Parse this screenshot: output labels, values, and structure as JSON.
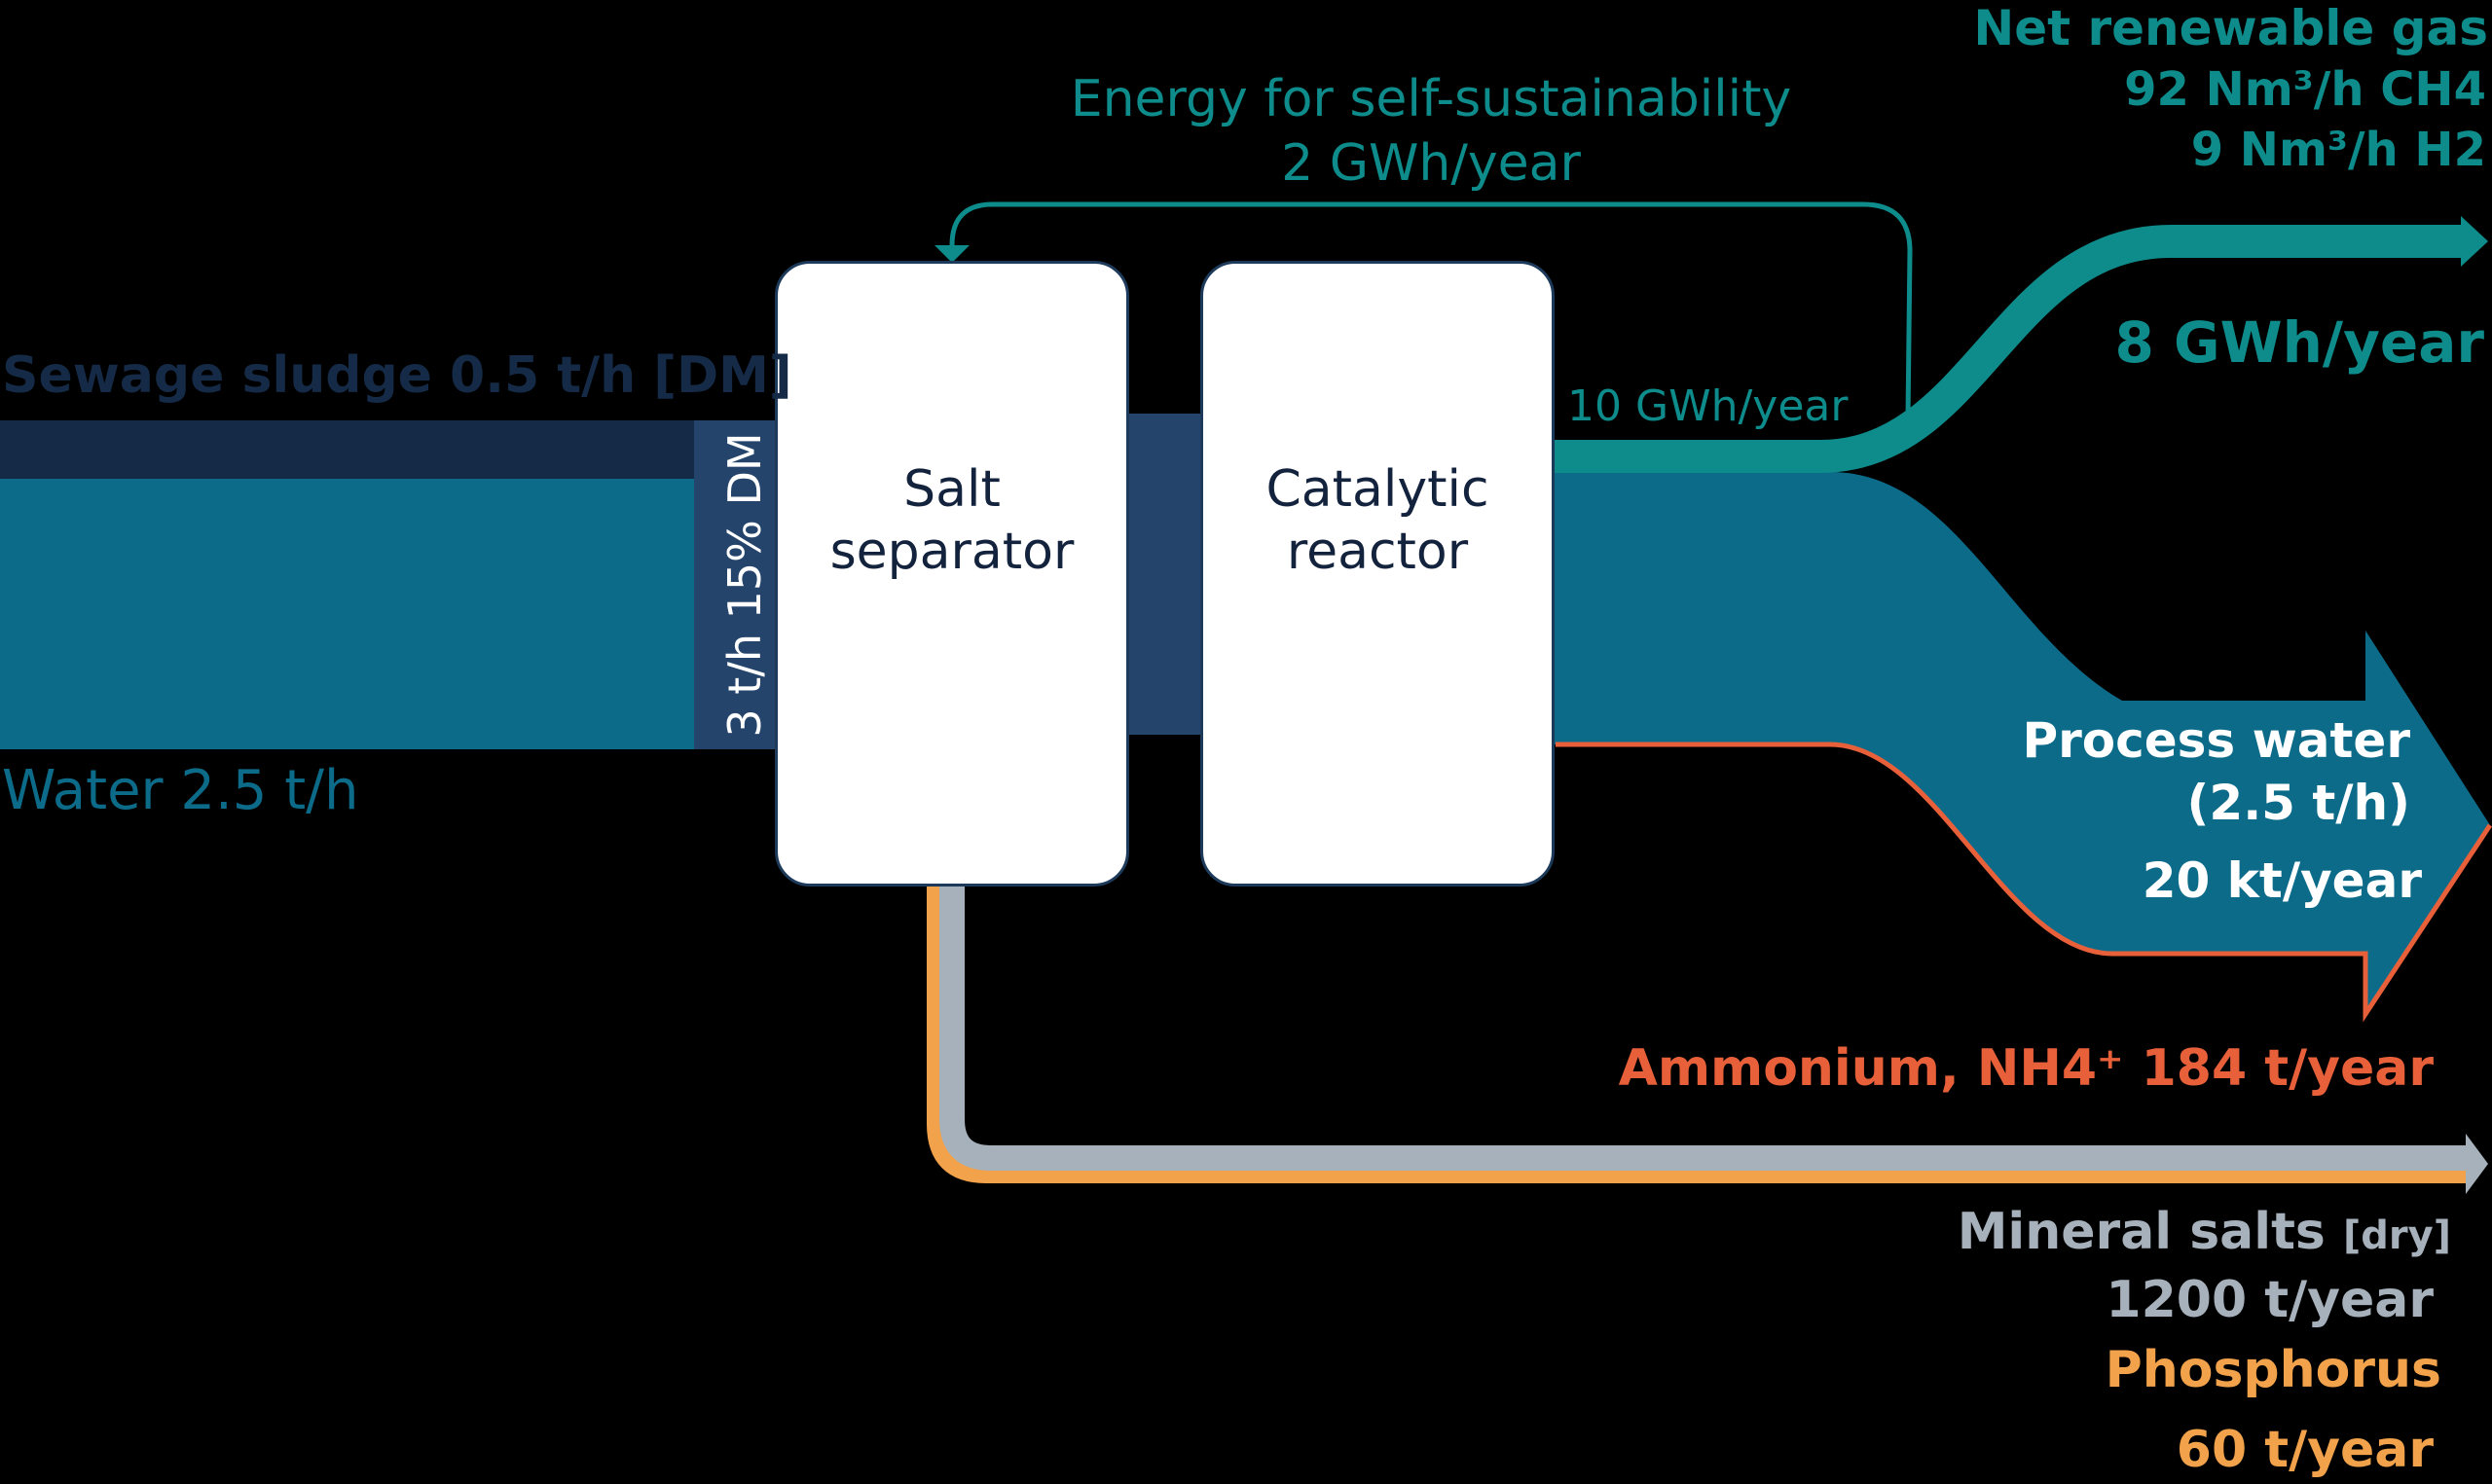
{
  "colors": {
    "background": "#000000",
    "sludge": "#152a46",
    "water": "#0d6b8a",
    "mixed": "#24446b",
    "teal": "#0e8c8c",
    "process_water": "#0d6b8a",
    "ammonium": "#e8603a",
    "mineral": "#a6b1bc",
    "phosphorus": "#f2a24a",
    "box_fill": "#ffffff",
    "box_text": "#13233d"
  },
  "inputs": {
    "sludge_label": "Sewage sludge 0.5 t/h [DM]",
    "water_label": "Water 2.5 t/h",
    "feed_label": "3 t/h 15% DM"
  },
  "units": {
    "salt_separator": {
      "line1": "Salt",
      "line2": "separator"
    },
    "catalytic_reactor": {
      "line1": "Catalytic",
      "line2": "reactor"
    }
  },
  "energy_loop": {
    "line1": "Energy for self-sustainability",
    "line2": "2 GWh/year"
  },
  "gas_flow_label": "10 GWh/year",
  "outputs": {
    "gas": {
      "title": "Net renewable gas",
      "ch4": "92 Nm³/h CH4",
      "h2": "9 Nm³/h   H2",
      "energy": "8 GWh/year"
    },
    "water": {
      "title": "Process water",
      "rate": "(2.5 t/h)",
      "annual": "20 kt/year"
    },
    "ammonium": "Ammonium, NH4⁺ 184 t/year",
    "minerals": {
      "title": "Mineral salts",
      "qualifier": "[dry]",
      "amount": "1200 t/year"
    },
    "phosphorus": {
      "title": "Phosphorus",
      "amount": "60 t/year"
    }
  }
}
